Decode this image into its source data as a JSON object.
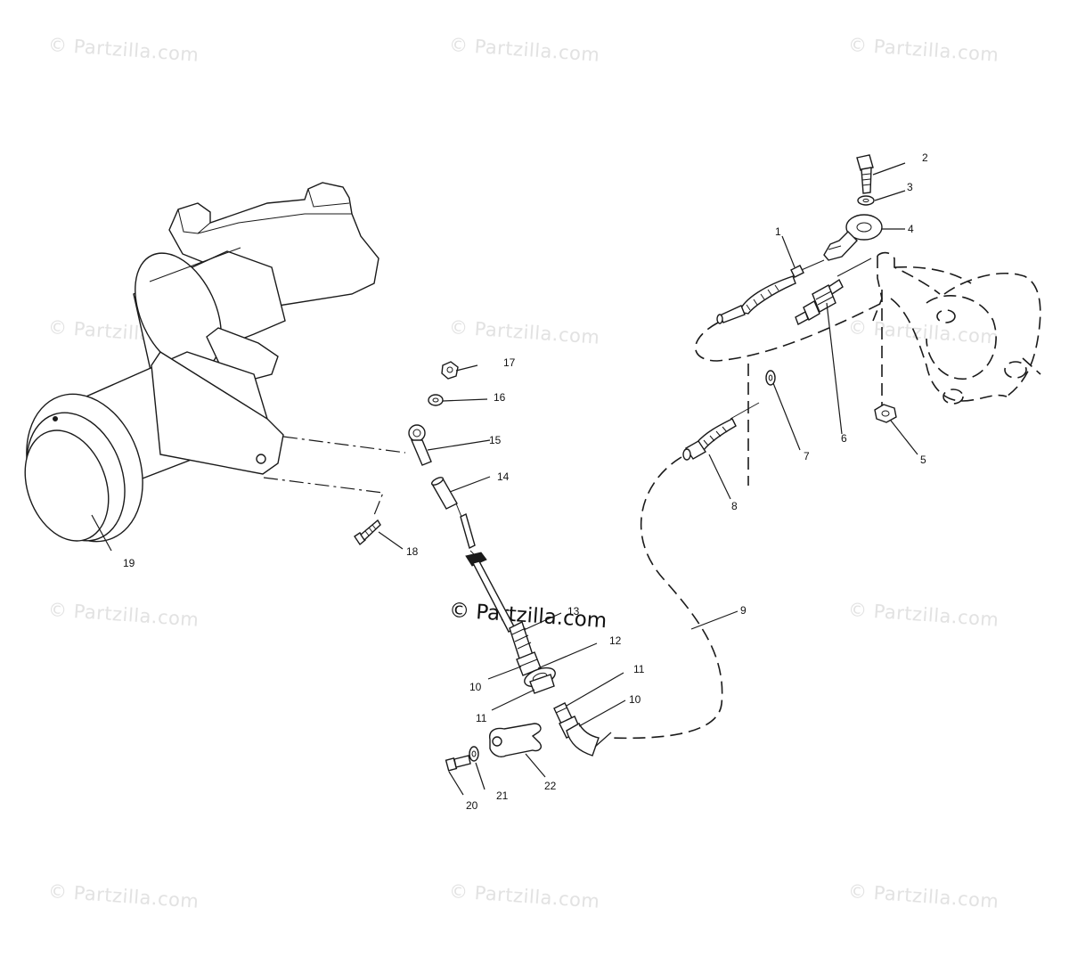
{
  "watermark": "© Partzilla.com",
  "callouts": {
    "c1": "1",
    "c2": "2",
    "c3": "3",
    "c4": "4",
    "c5": "5",
    "c6": "6",
    "c7": "7",
    "c8": "8",
    "c9": "9",
    "c10a": "10",
    "c10b": "10",
    "c11a": "11",
    "c11b": "11",
    "c12": "12",
    "c13": "13",
    "c14": "14",
    "c15": "15",
    "c16": "16",
    "c17": "17",
    "c18": "18",
    "c19": "19",
    "c20": "20",
    "c21": "21",
    "c22": "22"
  },
  "colors": {
    "line": "#1a1a1a",
    "watermark": "#e2e2e2",
    "background": "#ffffff"
  }
}
